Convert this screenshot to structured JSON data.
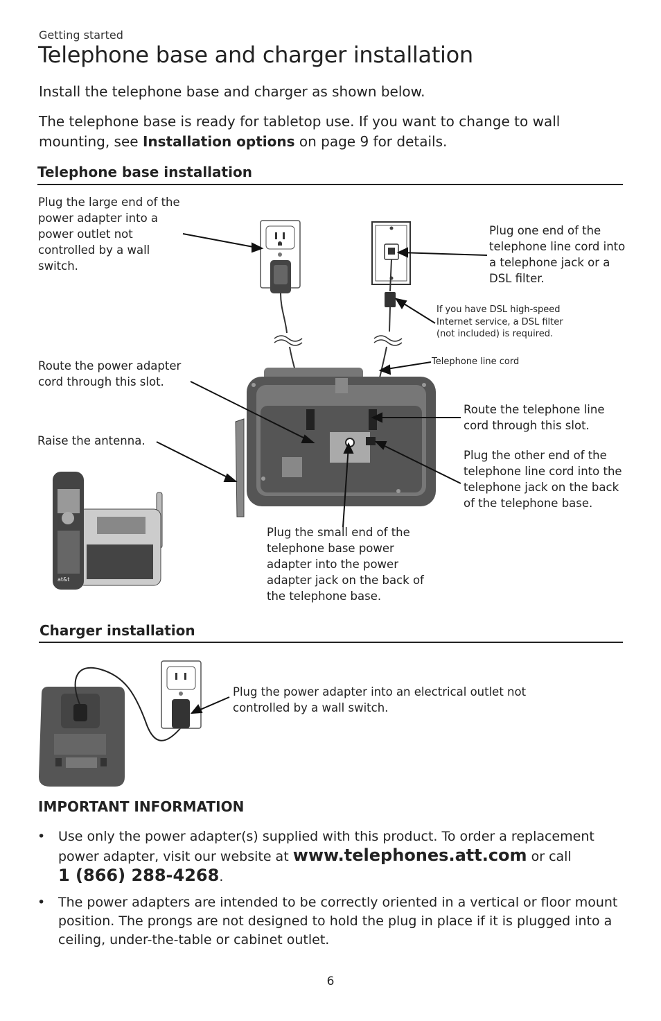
{
  "header": {
    "section": "Getting started",
    "title": "Telephone base and charger installation"
  },
  "intro": {
    "p1": "Install the telephone base and charger as shown below.",
    "p2_before": "The telephone base is ready for tabletop use. If you want to change to wall mounting, see ",
    "p2_bold": "Installation options",
    "p2_after": " on page 9 for details."
  },
  "base_installation": {
    "heading": "Telephone base installation",
    "callouts": {
      "power_outlet": "Plug the large end of the power adapter into a power outlet not controlled by a wall switch.",
      "phone_jack": "Plug one end of the telephone line cord into a telephone jack or a DSL filter.",
      "dsl_note": "If you have DSL high-speed Internet service, a DSL filter (not included) is required.",
      "line_cord": "Telephone line cord",
      "route_power": "Route the power adapter cord through this slot.",
      "route_line": "Route the telephone line cord through this slot.",
      "antenna": "Raise the antenna.",
      "other_end": "Plug the other end of the telephone line cord into the telephone jack on the back of the telephone base.",
      "small_end": "Plug the small end of the telephone base power adapter into the power adapter jack on the back of the telephone base."
    },
    "device_brand": "at&t"
  },
  "charger_installation": {
    "heading": "Charger installation",
    "callout": "Plug the power adapter into an electrical outlet not controlled by a wall switch."
  },
  "important": {
    "heading": "IMPORTANT INFORMATION",
    "bullet_char": "•",
    "b1_before": "Use only the power adapter(s) supplied with this product. To order a replacement power adapter, visit our website at ",
    "b1_url": "www.telephones.att.com",
    "b1_mid": " or call",
    "b1_phone": "1 (866) 288-4268",
    "b1_end": ".",
    "b2": "The power adapters are intended to be correctly oriented in a vertical or floor mount position. The prongs are not designed to hold the plug in place if it is plugged into a ceiling, under-the-table or cabinet outlet."
  },
  "page_number": "6"
}
